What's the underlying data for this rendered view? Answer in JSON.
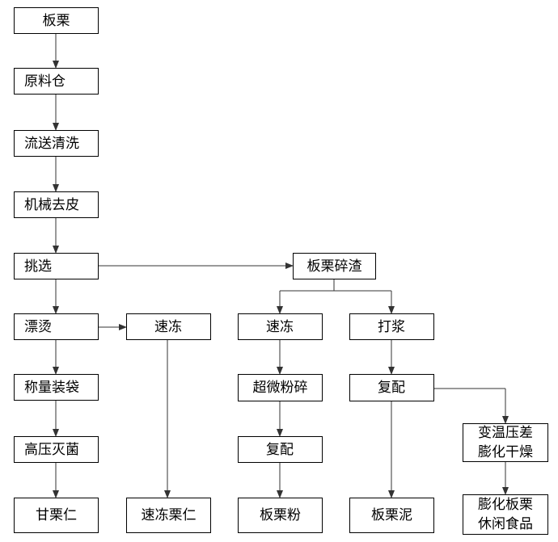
{
  "nodes": {
    "banli": "板栗",
    "yuanliaocang": "原料仓",
    "liusongqingxi": "流送清洗",
    "jixiequpi": "机械去皮",
    "tiaoxuan": "挑选",
    "piaotang": "漂烫",
    "chengliangzhuangdai": "称量装袋",
    "gaoyamiejun": "高压灭菌",
    "ganliren": "甘栗仁",
    "sudong1": "速冻",
    "sudongliren": "速冻栗仁",
    "banlisuizha": "板栗碎渣",
    "sudong2": "速冻",
    "chaoweifensui": "超微粉碎",
    "fupei1": "复配",
    "banlifen": "板栗粉",
    "dajiang": "打浆",
    "fupei2": "复配",
    "banlini": "板栗泥",
    "bianwenyacha": "变温压差\n膨化干燥",
    "pengxiuxian": "膨化板栗\n休闲食品"
  }
}
